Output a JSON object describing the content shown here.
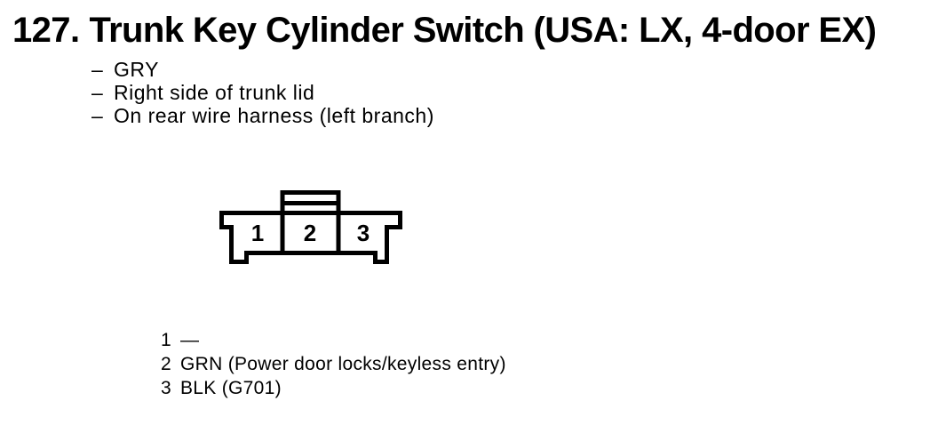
{
  "page": {
    "background": "#ffffff",
    "ink_color": "#000000"
  },
  "header": {
    "number": "127.",
    "title": "Trunk Key Cylinder Switch (USA: LX, 4-door EX)"
  },
  "notes": {
    "bullet": "–",
    "items": [
      "GRY",
      "Right side of trunk lid",
      "On rear wire harness (left branch)"
    ]
  },
  "connector": {
    "pins": [
      "1",
      "2",
      "3"
    ]
  },
  "legend": {
    "rows": [
      {
        "pin": "1",
        "label": "—"
      },
      {
        "pin": "2",
        "label": "GRN (Power door locks/keyless entry)"
      },
      {
        "pin": "3",
        "label": "BLK (G701)"
      }
    ]
  }
}
